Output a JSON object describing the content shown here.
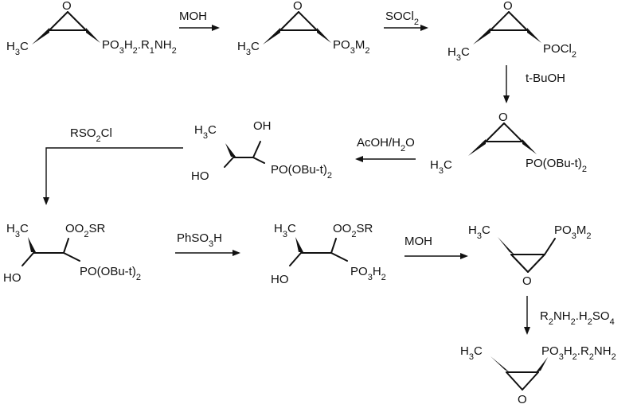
{
  "reagents": {
    "r1": "MOH",
    "r2": "SOCl2",
    "r3": "t-BuOH",
    "r4": "AcOH/H2O",
    "r5": "RSO2Cl",
    "r6": "PhSO3H",
    "r7": "MOH",
    "r8": "R2NH2.H2SO4"
  },
  "labels": {
    "h3c": "H3C",
    "ho": "HO",
    "oh": "OH",
    "o": "O",
    "po3h2_r1nh2": "PO3H2.R1NH2",
    "po3m2": "PO3M2",
    "pocl2": "POCl2",
    "po_obut2": "PO(OBu-t)2",
    "oo2sr": "OO2SR",
    "po3h2": "PO3H2",
    "po3h2_r2nh2": "PO3H2.R2NH2"
  }
}
